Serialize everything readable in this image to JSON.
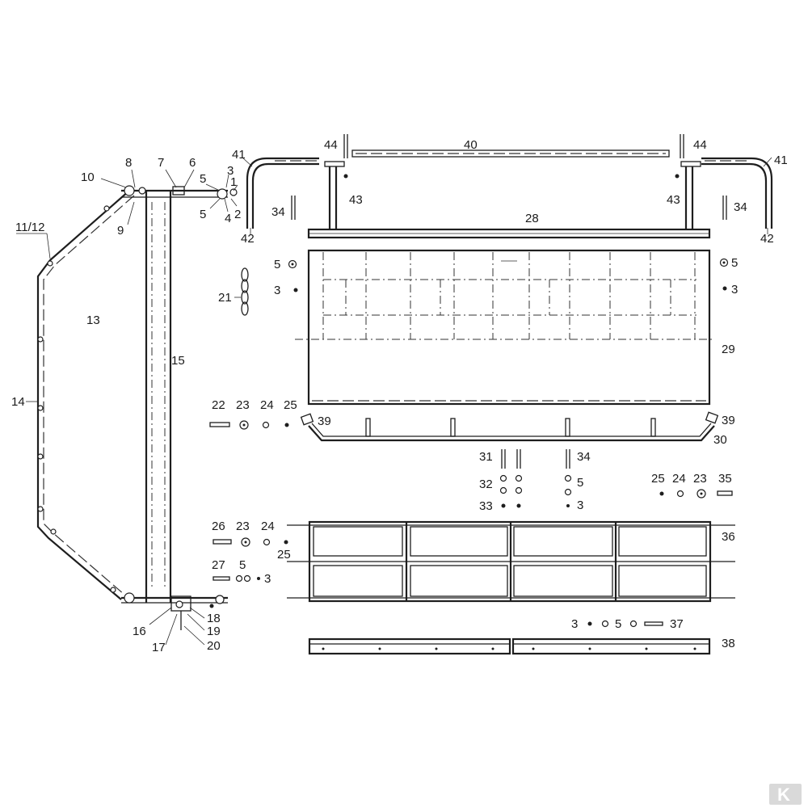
{
  "diagram": {
    "labels": {
      "p1": "1",
      "p2": "2",
      "p3": "3",
      "p4": "4",
      "p5a": "5",
      "p5b": "5",
      "p6": "6",
      "p7": "7",
      "p8": "8",
      "p9": "9",
      "p10": "10",
      "p11_12": "11/12",
      "p13": "13",
      "p14": "14",
      "p15": "15",
      "p16": "16",
      "p17": "17",
      "p18": "18",
      "p19": "19",
      "p20": "20",
      "p21": "21",
      "p22": "22",
      "p23a": "23",
      "p24a": "24",
      "p25a": "25",
      "p26": "26",
      "p23b": "23",
      "p24b": "24",
      "p25b": "25",
      "p27": "27",
      "p5c": "5",
      "p3c": "3",
      "p28": "28",
      "p29": "29",
      "p30": "30",
      "p5L": "5",
      "p3L": "3",
      "p5R": "5",
      "p3R": "3",
      "p31": "31",
      "p32": "32",
      "p33": "33",
      "p34a": "34",
      "p5d": "5",
      "p3d": "3",
      "p25c": "25",
      "p24c": "24",
      "p23c": "23",
      "p35": "35",
      "p36": "36",
      "p3e": "3",
      "p5e": "5",
      "p37": "37",
      "p38": "38",
      "p39a": "39",
      "p39b": "39",
      "p40": "40",
      "p41a": "41",
      "p41b": "41",
      "p42a": "42",
      "p42b": "42",
      "p43a": "43",
      "p43b": "43",
      "p44a": "44",
      "p44b": "44",
      "p34b": "34",
      "p34c": "34"
    },
    "logo": "K"
  }
}
